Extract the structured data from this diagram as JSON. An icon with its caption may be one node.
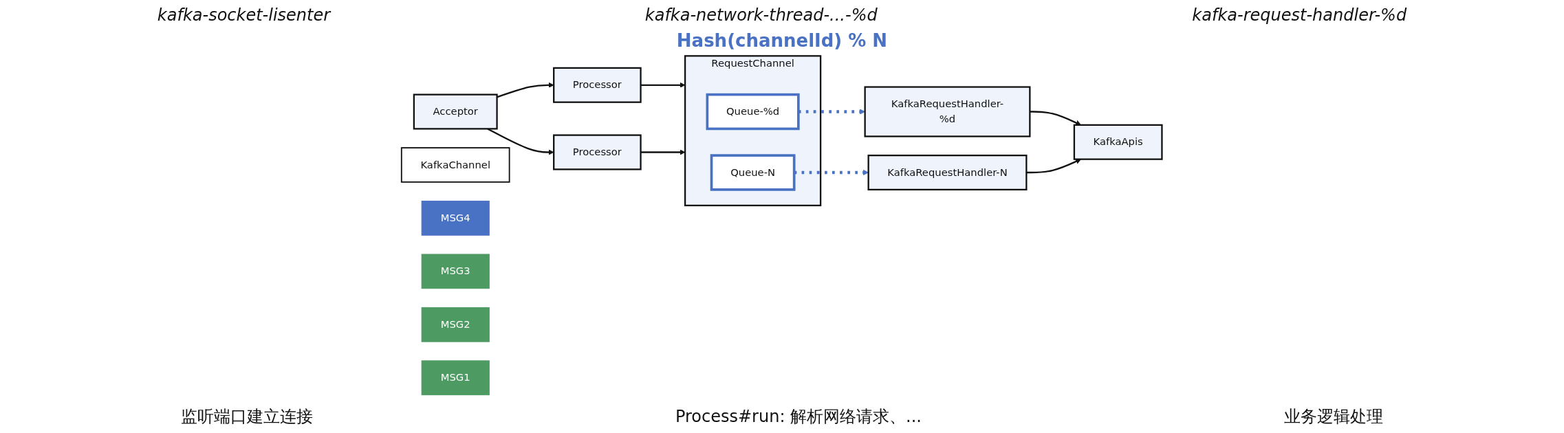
{
  "diagram": {
    "nodes": [
      {
        "text": [
          "Acceptor"
        ]
      },
      {
        "text": [
          "Processor"
        ]
      },
      {
        "text": [
          "Processor"
        ]
      },
      {
        "text": [
          "KafkaChannel"
        ]
      },
      {
        "text": [
          "MSG4"
        ]
      },
      {
        "text": [
          "RequestChannel"
        ]
      },
      {
        "text": [
          "Queue-%d"
        ],
        "in": 5
      },
      {
        "text": [
          "Queue-N"
        ],
        "in": 5
      },
      {
        "text": [
          "MSG3"
        ]
      },
      {
        "text": [
          "MSG2"
        ]
      },
      {
        "text": [
          "KafkaRequestHandler-%d"
        ]
      },
      {
        "text": [
          "KafkaRequestHandler-N"
        ]
      },
      {
        "text": [
          "MSG1"
        ]
      },
      {
        "text": [
          "KafkaApis"
        ]
      }
    ],
    "edges": [
      {
        "from": 0,
        "to": 1,
        "arrow": "to"
      },
      {
        "from": 0,
        "to": 2,
        "arrow": "to"
      },
      {
        "from": 1,
        "to": 5,
        "arrow": "to"
      },
      {
        "from": 2,
        "to": 5,
        "arrow": "to"
      },
      {
        "from": 6,
        "to": 10,
        "arrow": "to",
        "style": "dashed",
        "color": "#4a72c4"
      },
      {
        "from": 7,
        "to": 11,
        "arrow": "to",
        "style": "dashed",
        "color": "#4a72c4"
      },
      {
        "from": 10,
        "to": 13,
        "arrow": "to"
      },
      {
        "from": 11,
        "to": 13,
        "arrow": "to"
      }
    ],
    "labels": [
      "kafka-socket-lisenter",
      "kafka-network-thread-...-%d",
      "kafka-request-handler-%d",
      "Hash(channelId) % N",
      "监听端口建立连接",
      "Process#run: 解析网络请求、...",
      "业务逻辑处理"
    ]
  }
}
